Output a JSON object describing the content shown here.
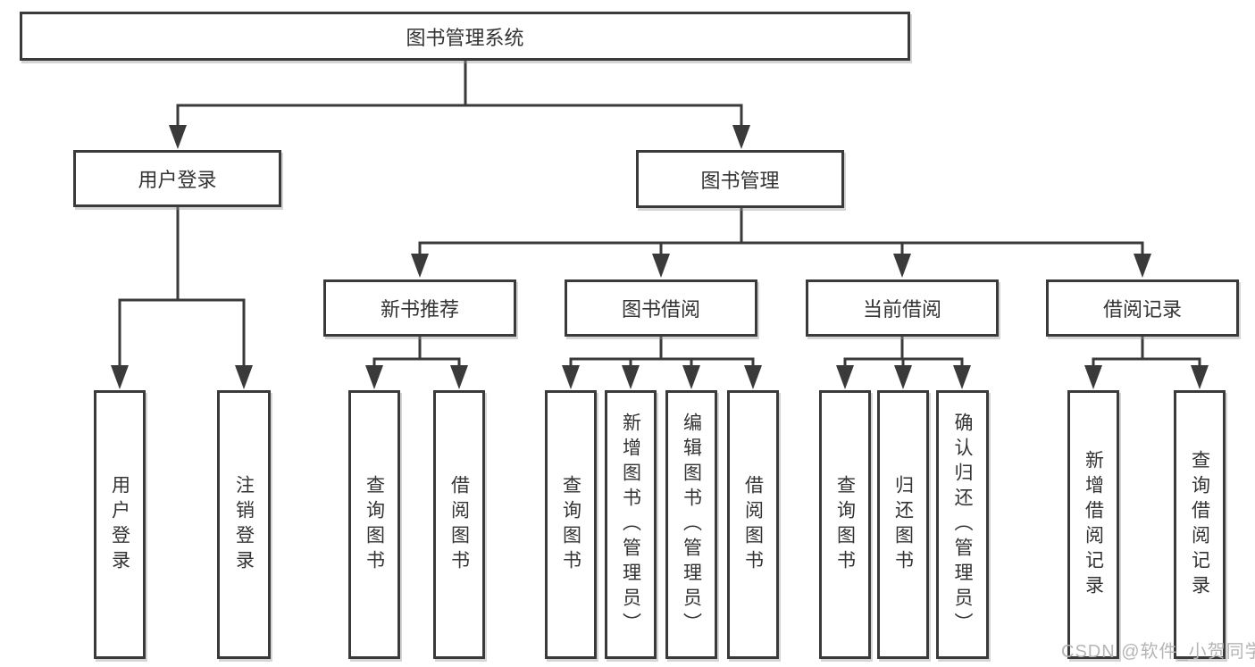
{
  "tree": {
    "label": "图书管理系统",
    "children": [
      {
        "label": "用户登录",
        "children": [
          {
            "label": "用户登录"
          },
          {
            "label": "注销登录"
          }
        ]
      },
      {
        "label": "图书管理",
        "children": [
          {
            "label": "新书推荐",
            "children": [
              {
                "label": "查询图书"
              },
              {
                "label": "借阅图书"
              }
            ]
          },
          {
            "label": "图书借阅",
            "children": [
              {
                "label": "查询图书"
              },
              {
                "label": "新增图书（管理员）"
              },
              {
                "label": "编辑图书（管理员）"
              },
              {
                "label": "借阅图书"
              }
            ]
          },
          {
            "label": "当前借阅",
            "children": [
              {
                "label": "查询图书"
              },
              {
                "label": "归还图书"
              },
              {
                "label": "确认归还（管理员）"
              }
            ]
          },
          {
            "label": "借阅记录",
            "children": [
              {
                "label": "新增借阅记录"
              },
              {
                "label": "查询借阅记录"
              }
            ]
          }
        ]
      }
    ]
  },
  "watermark": {
    "text": "CSDN @软件_小贺同学"
  },
  "colors": {
    "line": "#3a3a3a",
    "box_border": "#3a3a3a",
    "text": "#333333",
    "watermark": "#b5b5b5",
    "background": "#ffffff"
  }
}
